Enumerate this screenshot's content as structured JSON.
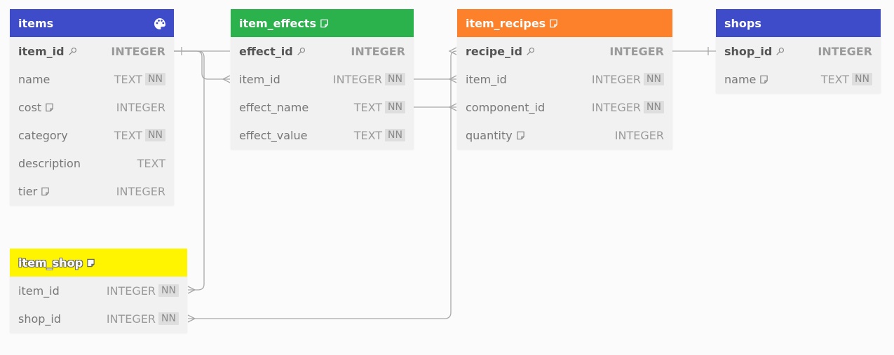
{
  "colors": {
    "items": "#3f4cc9",
    "item_effects": "#2bb24c",
    "item_recipes": "#fd802a",
    "shops": "#3f4cc9",
    "item_shop": "#fff500"
  },
  "tables": {
    "items": {
      "name": "items",
      "rows": [
        {
          "col": "item_id",
          "type": "INTEGER"
        },
        {
          "col": "name",
          "type": "TEXT",
          "nn": "NN"
        },
        {
          "col": "cost",
          "type": "INTEGER"
        },
        {
          "col": "category",
          "type": "TEXT",
          "nn": "NN"
        },
        {
          "col": "description",
          "type": "TEXT"
        },
        {
          "col": "tier",
          "type": "INTEGER"
        }
      ]
    },
    "item_effects": {
      "name": "item_effects",
      "rows": [
        {
          "col": "effect_id",
          "type": "INTEGER"
        },
        {
          "col": "item_id",
          "type": "INTEGER",
          "nn": "NN"
        },
        {
          "col": "effect_name",
          "type": "TEXT",
          "nn": "NN"
        },
        {
          "col": "effect_value",
          "type": "TEXT",
          "nn": "NN"
        }
      ]
    },
    "item_recipes": {
      "name": "item_recipes",
      "rows": [
        {
          "col": "recipe_id",
          "type": "INTEGER"
        },
        {
          "col": "item_id",
          "type": "INTEGER",
          "nn": "NN"
        },
        {
          "col": "component_id",
          "type": "INTEGER",
          "nn": "NN"
        },
        {
          "col": "quantity",
          "type": "INTEGER"
        }
      ]
    },
    "shops": {
      "name": "shops",
      "rows": [
        {
          "col": "shop_id",
          "type": "INTEGER"
        },
        {
          "col": "name",
          "type": "TEXT",
          "nn": "NN"
        }
      ]
    },
    "item_shop": {
      "name": "item_shop",
      "rows": [
        {
          "col": "item_id",
          "type": "INTEGER",
          "nn": "NN"
        },
        {
          "col": "shop_id",
          "type": "INTEGER",
          "nn": "NN"
        }
      ]
    }
  }
}
